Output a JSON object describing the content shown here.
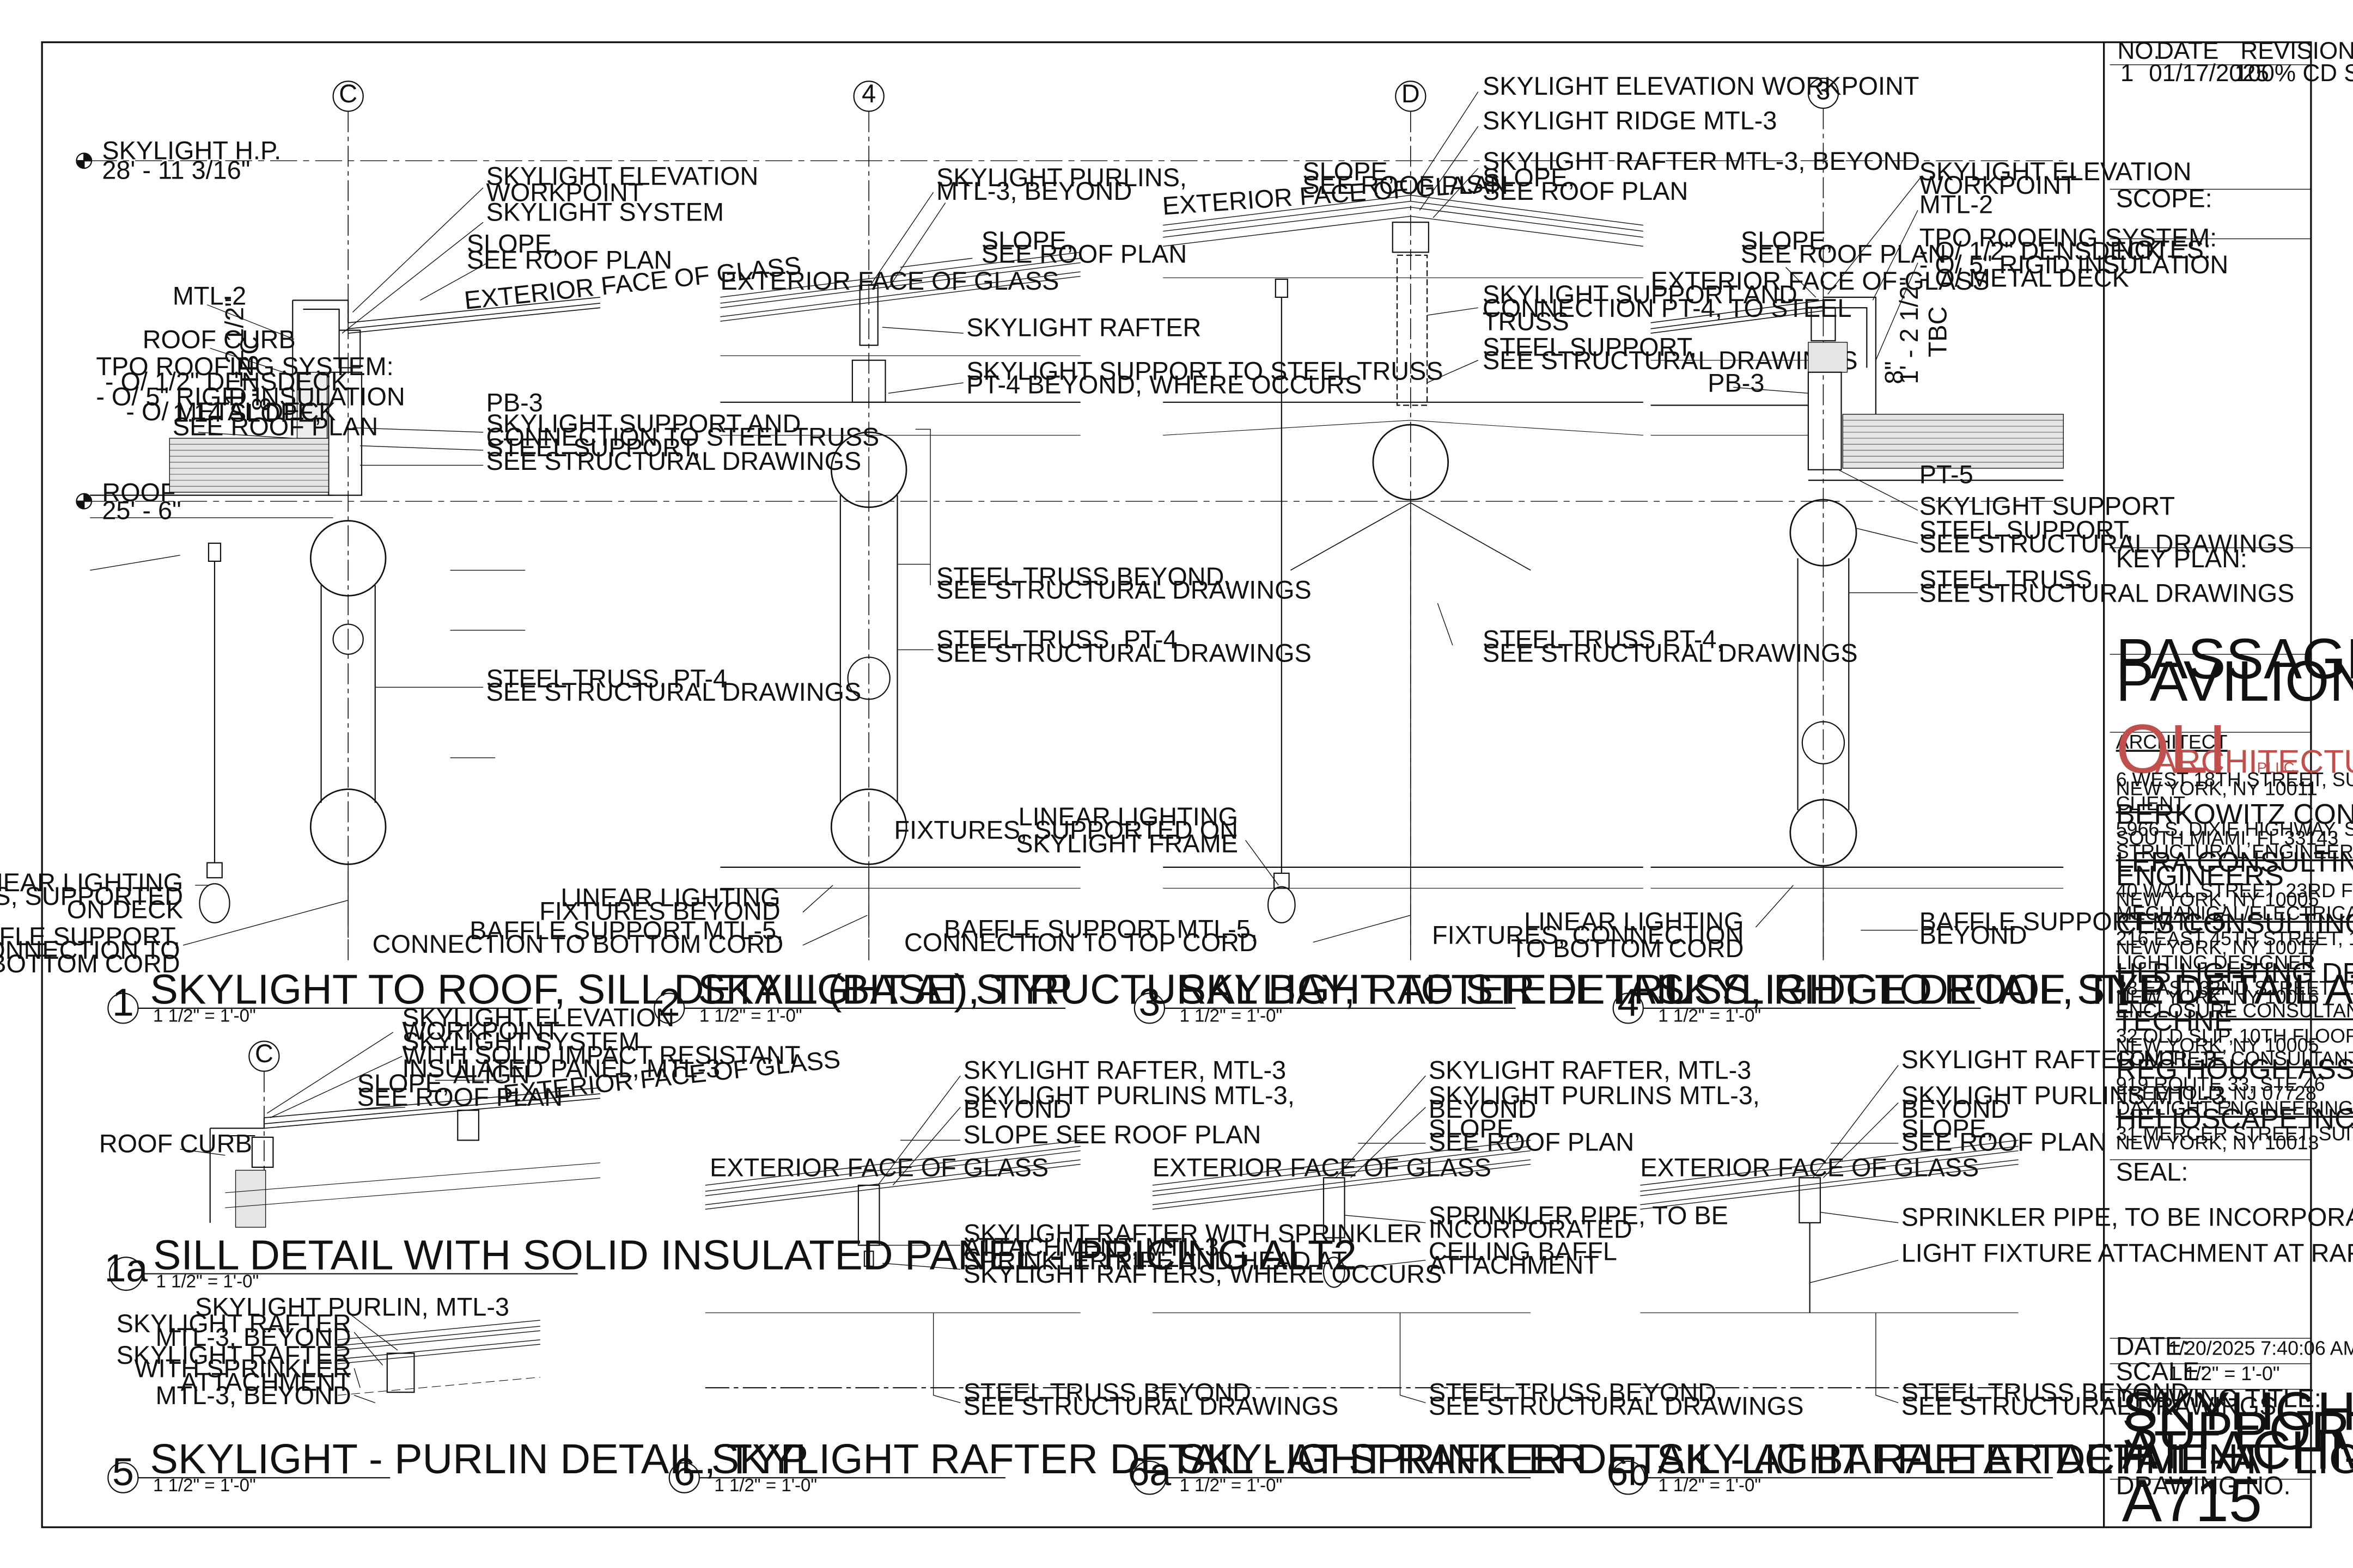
{
  "grid_bubbles": [
    "C",
    "4",
    "D",
    "3",
    "C"
  ],
  "levels": {
    "skylight_hp": {
      "name": "SKYLIGHT H.P.",
      "elev": "28' - 11 3/16\""
    },
    "roof": {
      "name": "ROOF",
      "elev": "25' - 6\""
    }
  },
  "details": [
    {
      "num": "1",
      "title": "SKYLIGHT TO ROOF, SILL DETAIL (BASE), TYP",
      "scale": "1 1/2\" = 1'-0\""
    },
    {
      "num": "2",
      "title": "SKYLIGHT AT STRUCTURAL BAY, RAFTER DETAIL",
      "scale": "1 1/2\" = 1'-0\""
    },
    {
      "num": "3",
      "title": "SKYLIGHT TO STEEL TRUSS, RIDGE DETAIL, TYP",
      "scale": "1 1/2\" = 1'-0\""
    },
    {
      "num": "4",
      "title": "SKYLIGHT TO ROOF SILL DETAIL AT ENDS, TYP",
      "scale": "1 1/2\" = 1'-0\""
    },
    {
      "num": "1a",
      "title": "SILL DETAIL WITH SOLID INSULATED PANEL - PRICING ALT2",
      "scale": "1 1/2\" = 1'-0\""
    },
    {
      "num": "5",
      "title": "SKYLIGHT - PURLIN DETAIL, TYP",
      "scale": "1 1/2\" = 1'-0\""
    },
    {
      "num": "6",
      "title": "SKYLIGHT RAFTER DETAIL - AT SPRINKLER",
      "scale": "1 1/2\" = 1'-0\""
    },
    {
      "num": "6a",
      "title": "SKYLIGHT RAFTER DETAIL - AT BAFFLE ATTACHMENT",
      "scale": "1 1/2\" = 1'-0\""
    },
    {
      "num": "6b",
      "title": "SKYLIGHT RAFTER DETAIL - AT LIGHT FIXTURE ATTACHMENT",
      "scale": "1 1/2\" = 1'-0\""
    }
  ],
  "notes": {
    "d1": {
      "elev_wp": [
        "SKYLIGHT ELEVATION",
        "WORKPOINT"
      ],
      "system": [
        "SKYLIGHT SYSTEM"
      ],
      "slope": [
        "SLOPE,",
        "SEE ROOF PLAN"
      ],
      "ext_glass": [
        "EXTERIOR FACE OF GLASS"
      ],
      "mtl2": [
        "MTL-2"
      ],
      "curb": [
        "ROOF CURB"
      ],
      "dim1": "1' - 2 1/2\"",
      "tbc": "TBC",
      "dim2": "8\"",
      "tpo": [
        "TPO ROOFING SYSTEM:",
        "- O/ 1/2\" DENSDECK",
        "- O/ 5\" RIGID INSULATION",
        "- O/ METAL DECK"
      ],
      "slope14": [
        "1:14 SLOPE,",
        "SEE ROOF PLAN"
      ],
      "pb3": [
        "PB-3"
      ],
      "support_conn": [
        "SKYLIGHT SUPPORT AND",
        "CONNECTION TO STEEL TRUSS"
      ],
      "steel_support": [
        "STEEL SUPPORT,",
        "SEE STRUCTURAL DRAWINGS"
      ],
      "truss": [
        "STEEL TRUSS, PT-4",
        "SEE STRUCTURAL DRAWINGS"
      ],
      "lighting": [
        "LINEAR LIGHTING",
        "FIXTURES, SUPPORTED",
        "ON DECK"
      ],
      "baffle": [
        "BAFFLE SUPPORT,",
        "CONNECTION TO",
        "BOTTOM CORD"
      ]
    },
    "d2": {
      "purlins": [
        "SKYLIGHT PURLINS,",
        "MTL-3, BEYOND"
      ],
      "slope": [
        "SLOPE,",
        "SEE ROOF PLAN"
      ],
      "ext_glass": [
        "EXTERIOR FACE OF GLASS"
      ],
      "rafter": [
        "SKYLIGHT RAFTER"
      ],
      "support": [
        "SKYLIGHT SUPPORT TO STEEL TRUSS",
        "PT-4 BEYOND, WHERE OCCURS"
      ],
      "truss_beyond": [
        "STEEL TRUSS BEYOND,",
        "SEE STRUCTURAL DRAWINGS"
      ],
      "truss_pt4": [
        "STEEL TRUSS, PT-4",
        "SEE STRUCTURAL DRAWINGS"
      ],
      "lighting": [
        "LINEAR LIGHTING",
        "FIXTURES BEYOND"
      ],
      "baffle": [
        "BAFFLE SUPPORT MTL-5,",
        "CONNECTION TO BOTTOM CORD"
      ]
    },
    "d3": {
      "elev_wp": [
        "SKYLIGHT ELEVATION WORKPOINT"
      ],
      "ridge": [
        "SKYLIGHT RIDGE MTL-3"
      ],
      "rafter": [
        "SKYLIGHT RAFTER MTL-3, BEYOND"
      ],
      "slope_l": [
        "SLOPE,",
        "SEE ROOF PLAN"
      ],
      "slope_r": [
        "SLOPE,",
        "SEE ROOF PLAN"
      ],
      "ext_glass": [
        "EXTERIOR FACE OF GLASS"
      ],
      "support": [
        "SKYLIGHT SUPPORT AND",
        "CONNECTION  PT-4, TO STEEL",
        "TRUSS"
      ],
      "steel_support": [
        "STEEL SUPPORT,",
        "SEE STRUCTURAL DRAWINGS"
      ],
      "truss": [
        "STEEL TRUSS PT-4,",
        "SEE STRUCTURAL DRAWINGS"
      ],
      "lighting": [
        "LINEAR LIGHTING",
        "FIXTURES, SUPPORTED ON",
        "SKYLIGHT FRAME"
      ],
      "baffle": [
        "BAFFLE SUPPORT MTL-5,",
        "CONNECTION TO TOP CORD"
      ]
    },
    "d4": {
      "elev_wp": [
        "SKYLIGHT ELEVATION",
        "WORKPOINT"
      ],
      "mtl2": [
        "MTL-2"
      ],
      "slope": [
        "SLOPE,",
        "SEE ROOF PLAN"
      ],
      "ext_glass": [
        "EXTERIOR FACE OF GLASS"
      ],
      "tpo": [
        "TPO ROOFING SYSTEM:",
        "- O/ 1/2\" DENSDECK",
        "- O/ 5\" RIGID INSULATION",
        "- O/ METAL DECK"
      ],
      "dim1": "1' - 2 1/2\"",
      "tbc": "TBC",
      "dim2": "8\"",
      "pb3": [
        "PB-3"
      ],
      "pt5": [
        "PT-5"
      ],
      "support": [
        "SKYLIGHT SUPPORT"
      ],
      "steel_support": [
        "STEEL SUPPORT,",
        "SEE STRUCTURAL DRAWINGS"
      ],
      "truss": [
        "STEEL TRUSS,",
        "SEE STRUCTURAL DRAWINGS"
      ],
      "lighting": [
        "LINEAR LIGHTING",
        "FIXTURES, CONNECTION",
        "TO BOTTOM CORD"
      ],
      "baffle": [
        "BAFFLE SUPPORT MTL-5,",
        "BEYOND"
      ]
    },
    "d1a": {
      "elev_wp": [
        "SKYLIGHT ELEVATION",
        "WORKPOINT"
      ],
      "system": [
        "SKYLIGHT SYSTEM",
        "WITH SOLID IMPACT RESISTANT",
        "INSULATED PANEL, MTL-3"
      ],
      "align": "ALIGN",
      "slope": [
        "SLOPE,",
        "SEE ROOF PLAN"
      ],
      "ext_glass": [
        "EXTERIOR FACE OF GLASS"
      ],
      "curb": [
        "ROOF CURB"
      ]
    },
    "d5": {
      "purlin": [
        "SKYLIGHT PURLIN, MTL-3"
      ],
      "rafter": [
        "SKYLIGHT RAFTER",
        "MTL-3, BEYOND"
      ],
      "rafter_spr": [
        "SKYLIGHT RAFTER",
        "WITH SPRINKLER",
        "ATTACHMENT",
        "MTL-3, BEYOND"
      ]
    },
    "d6": {
      "rafter": [
        "SKYLIGHT RAFTER, MTL-3"
      ],
      "purlins": [
        "SKYLIGHT PURLINS MTL-3,",
        "BEYOND"
      ],
      "slope": [
        "SLOPE SEE ROOF PLAN"
      ],
      "ext_glass": [
        "EXTERIOR FACE OF GLASS"
      ],
      "rafter_spr": [
        "SKYLIGHT RAFTER WITH SPRINKLER",
        "ATTACHMENT, MTL-3"
      ],
      "pipe": [
        "SPRINKLER PIPE AND HEAD AT",
        "SKYLIGHT RAFTERS, WHERE OCCURS"
      ],
      "truss": [
        "STEEL TRUSS BEYOND,",
        "SEE STRUCTURAL DRAWINGS"
      ]
    },
    "d6a": {
      "rafter": [
        "SKYLIGHT RAFTER, MTL-3"
      ],
      "purlins": [
        "SKYLIGHT PURLINS MTL-3,",
        "BEYOND"
      ],
      "slope": [
        "SLOPE,",
        "SEE ROOF PLAN"
      ],
      "ext_glass": [
        "EXTERIOR FACE OF GLASS"
      ],
      "pipe": [
        "SPRINKLER PIPE, TO BE",
        "INCORPORATED"
      ],
      "baffle": [
        "CEILING BAFFL",
        "ATTACHMENT"
      ],
      "truss": [
        "STEEL TRUSS BEYOND,",
        "SEE STRUCTURAL DRAWINGS"
      ]
    },
    "d6b": {
      "rafter": [
        "SKYLIGHT RAFTER MTL-3"
      ],
      "purlins": [
        "SKYLIGHT PURLINS  MTL-3,",
        "BEYOND"
      ],
      "slope": [
        "SLOPE,",
        "SEE ROOF PLAN"
      ],
      "ext_glass": [
        "EXTERIOR FACE OF GLASS"
      ],
      "pipe": [
        "SPRINKLER PIPE, TO BE INCORPORATED"
      ],
      "light": [
        "LIGHT FIXTURE ATTACHMENT AT RAFTER"
      ],
      "truss": [
        "STEEL TRUSS BEYOND,",
        "SEE STRUCTURAL DRAWINGS"
      ]
    }
  },
  "title_block": {
    "rev_headers": [
      "NO.",
      "DATE",
      "REVISION"
    ],
    "revisions": [
      {
        "no": "1",
        "date": "01/17/2025",
        "rev": "100% CD SET"
      }
    ],
    "scope_label": "SCOPE:",
    "notes_label": "NOTES:",
    "keyplan_label": "KEY PLAN:",
    "project": [
      "PASSAGE OF TIME",
      "PAVILION"
    ],
    "architect_role": "ARCHITECT",
    "architect_logo": "OLI",
    "architect_name": "ARCHITECTURE",
    "architect_suffix": "PLLC",
    "architect_addr": [
      "6 WEST 18TH STREET, SUITE 2A",
      "NEW YORK, NY 10011"
    ],
    "consultants": [
      {
        "role": "CLIENT",
        "name": [
          "BERKOWITZ CONTEMPORARY FOUNDATION"
        ],
        "addr": [
          "5966 S. DIXIE HIGHWAY, SUITE 300",
          "SOUTH MIAMI, FL 33143"
        ]
      },
      {
        "role": "STRUCTURAL ENGINEER",
        "name": [
          "LERA CONSULTING STRUCTURAL",
          "ENGINEERS"
        ],
        "addr": [
          "40 WALL STREET, 23RD FLOOR",
          "NEW YORK, NY 10005"
        ]
      },
      {
        "role": "MECHANICAL/ELECTRICAL/PLUMBING ENGINEER",
        "name": [
          "CES CONSULTING ENGINEERING SERVICES"
        ],
        "addr": [
          "216 EAST 45TH STREET, 12TH FLOOR",
          "NEW YORK, NY 10017"
        ]
      },
      {
        "role": "LIGHTING DESIGNER",
        "name": [
          "HLB LIGHTING DESIGN"
        ],
        "addr": [
          "38 EAST 32ND STREET, 11TH FLOOR",
          "NEW YORK, NY 10016"
        ]
      },
      {
        "role": "ENCLOSURE CONSULTANT",
        "name": [
          "TECHNE"
        ],
        "addr": [
          "32 OLD SLIP, 10TH FLOOR",
          "NEW YORK, NY 10005"
        ]
      },
      {
        "role": "CONCRETE CONSULTANT",
        "name": [
          "REG HOUGH ASSOCIATES"
        ],
        "addr": [
          "919 ROUTE 33, STE 46",
          "FREEHOLD, NJ 07728"
        ]
      },
      {
        "role": "DAYLIGHT ENGINEERING CONSULTANT",
        "name": [
          "HELIOSCAPE INC."
        ],
        "addr": [
          "31 MERCER STREET, SUITE 3C",
          "NEW YORK, NY 10013"
        ]
      }
    ],
    "seal_label": "SEAL:",
    "date_label": "DATE:",
    "date_value": "1/20/2025 7:40:06 AM",
    "scale_label": "SCALE:",
    "scale_value": "1 1/2\" = 1'-0\"",
    "drawing_title_label": "DRAWING TITLE:",
    "drawing_title": [
      "SKYLIGHT DETAILS -",
      "SUPPORTS AND",
      "ATTACHMENTS"
    ],
    "drawing_no_label": "DRAWING NO.",
    "drawing_no": "A715"
  }
}
